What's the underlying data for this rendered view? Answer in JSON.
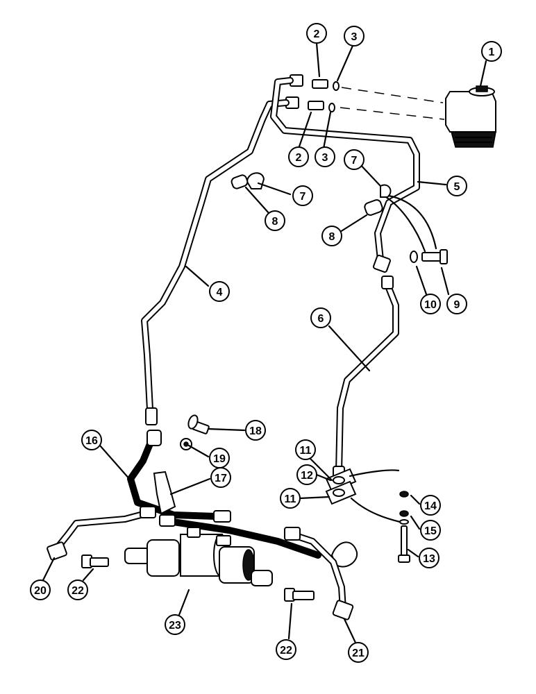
{
  "callouts": [
    "1",
    "2",
    "3",
    "2",
    "3",
    "4",
    "5",
    "6",
    "7",
    "7",
    "8",
    "8",
    "9",
    "10",
    "11",
    "11",
    "12",
    "13",
    "14",
    "15",
    "16",
    "17",
    "18",
    "19",
    "20",
    "21",
    "22",
    "22",
    "23"
  ]
}
